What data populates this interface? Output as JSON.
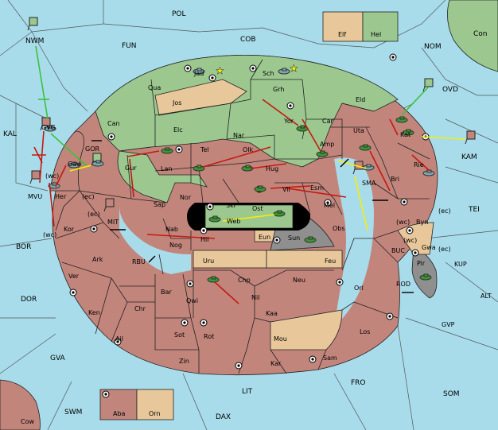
{
  "colors": {
    "sea": "#a8dceb",
    "player_green": "#9cc890",
    "player_brown": "#c2857c",
    "neutral_tan": "#e8c89a",
    "impassable_gray": "#8f8f8f",
    "move_red": "#c41a10",
    "move_yellow": "#f4f000",
    "move_green": "#3bc23b"
  },
  "labels": {
    "POL": "POL",
    "NWM": "NWM",
    "FUN": "FUN",
    "COB": "COB",
    "NOM": "NOM",
    "Con": "Con",
    "Elf": "Elf",
    "Hel": "Hel",
    "OVD": "OVD",
    "KAL": "KAL",
    "KAM": "KAM",
    "TEI": "TEI",
    "Jad": "Jad",
    "Sch": "Sch",
    "Qua": "Qua",
    "Jos": "Jos",
    "Grh": "Grh",
    "Eld": "Eld",
    "Can": "Can",
    "Elc": "Elc",
    "Nar": "Nar",
    "Yor": "Yor",
    "Car": "Car",
    "Uta": "Uta",
    "Kat": "Kat",
    "GVG": "GVG",
    "GOR": "GOR",
    "Gaw": "Gaw",
    "Gur": "Gur",
    "Tel": "Tel",
    "Olk": "Olk",
    "Amp": "Amp",
    "Rie": "Rie",
    "Lan": "Lan",
    "Hug": "Hug",
    "Bri": "Bri",
    "MVU": "MVU",
    "wc1": "(wc)",
    "Her": "Her",
    "ec1": "(ec)",
    "Vil": "Vil",
    "Esm": "Esm",
    "SMA": "SMA",
    "Nor": "Nor",
    "Sap": "Sap",
    "Skr": "Skr",
    "Ost": "Ost",
    "Mel": "Mel",
    "Web": "Web",
    "ec2": "(ec)",
    "Kor": "Kor",
    "MIT": "MIT",
    "wc2": "(wc)",
    "Byn": "Byn",
    "ec3": "(ec)",
    "BOR": "BOR",
    "wc3": "(wc)",
    "Nab": "Nab",
    "Eun": "Eun",
    "Obs": "Obs",
    "Hil": "Hil",
    "Sun": "Sun",
    "wc4": "(wc)",
    "Gwa": "Gwa",
    "ec4": "(ec)",
    "Nog": "Nog",
    "BUC": "BUC",
    "Ark": "Ark",
    "RBU": "RBU",
    "Uru": "Uru",
    "Feu": "Feu",
    "Pir": "Pir",
    "KUP": "KUP",
    "Ver": "Ver",
    "Chp": "Chp",
    "Neu": "Neu",
    "ROD": "ROD",
    "Bar": "Bar",
    "Orl": "Orl",
    "DOR": "DOR",
    "Qwi": "Qwi",
    "Nil": "Nil",
    "ALT": "ALT",
    "Ken": "Ken",
    "Chr": "Chr",
    "Kaa": "Kaa",
    "GVP": "GVP",
    "Los": "Los",
    "Ail": "Ail",
    "Sot": "Sot",
    "Rot": "Rot",
    "Mou": "Mou",
    "GVA": "GVA",
    "Zin": "Zin",
    "Kar": "Kar",
    "Sam": "Sam",
    "FRO": "FRO",
    "LIT": "LIT",
    "SOM": "SOM",
    "SWM": "SWM",
    "Aba": "Aba",
    "Orn": "Orn",
    "DAX": "DAX",
    "Cow": "Cow"
  }
}
